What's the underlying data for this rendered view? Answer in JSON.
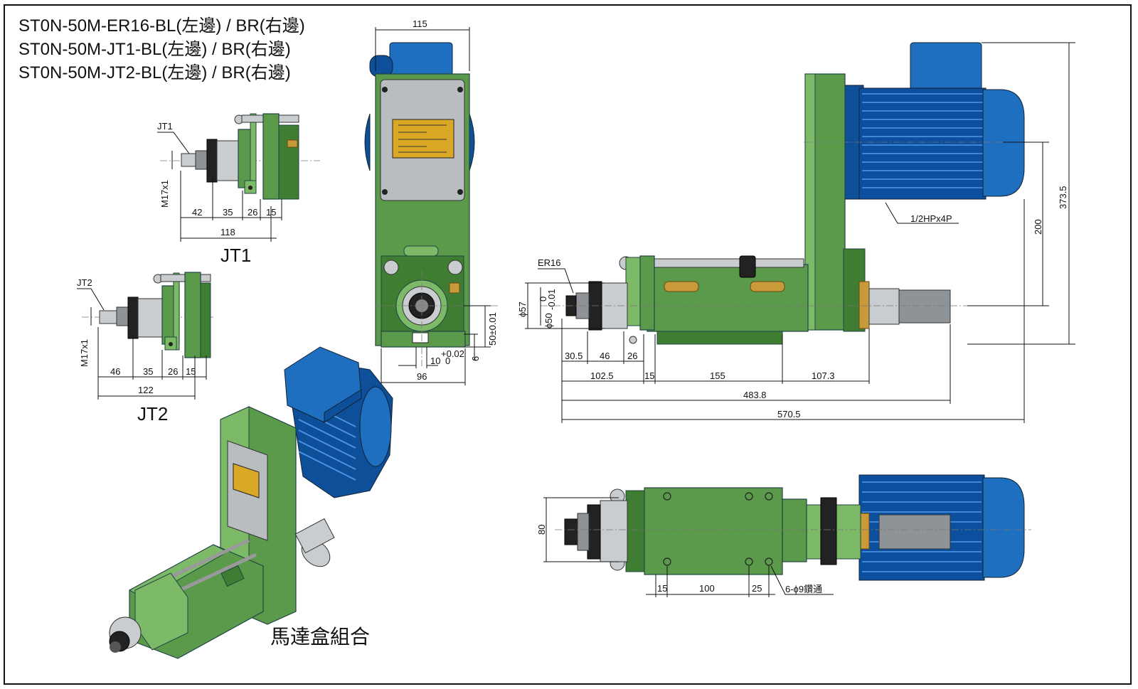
{
  "models": [
    "ST0N-50M-ER16-BL(左邊) / BR(右邊)",
    "ST0N-50M-JT1-BL(左邊) / BR(右邊)",
    "ST0N-50M-JT2-BL(左邊) / BR(右邊)"
  ],
  "jt1": {
    "label": "JT1",
    "callout": "JT1",
    "thread": "M17x1",
    "dims": [
      "42",
      "35",
      "26",
      "15",
      "118"
    ]
  },
  "jt2": {
    "label": "JT2",
    "callout": "JT2",
    "thread": "M17x1",
    "dims": [
      "46",
      "35",
      "26",
      "15",
      "122"
    ]
  },
  "front": {
    "top_width": "115",
    "height_tol": "50±0.01",
    "offset": "6",
    "key_width": "10",
    "key_tol_upper": "+0.02",
    "key_tol_lower": "0",
    "base_width": "96"
  },
  "side": {
    "collet": "ER16",
    "dia_outer": "ϕ57",
    "dia_inner": "ϕ50",
    "dia_tol_upper": "0",
    "dia_tol_lower": "-0.01",
    "motor": "1/2HPx4P",
    "h_200": "200",
    "h_3735": "373.5",
    "d_305": "30.5",
    "d_46": "46",
    "d_26": "26",
    "d_1025": "102.5",
    "d_15": "15",
    "d_155": "155",
    "d_1073": "107.3",
    "d_4838": "483.8",
    "d_5705": "570.5"
  },
  "bottom": {
    "width": "80",
    "d_15": "15",
    "d_100": "100",
    "d_25": "25",
    "holes": "6-ϕ9鑽通"
  },
  "assembly_label": "馬達盒組合",
  "colors": {
    "body_green": "#5a9a4a",
    "motor_blue": "#1f6fc0",
    "steel": "#c9cdd0",
    "brass": "#c89a3a"
  }
}
